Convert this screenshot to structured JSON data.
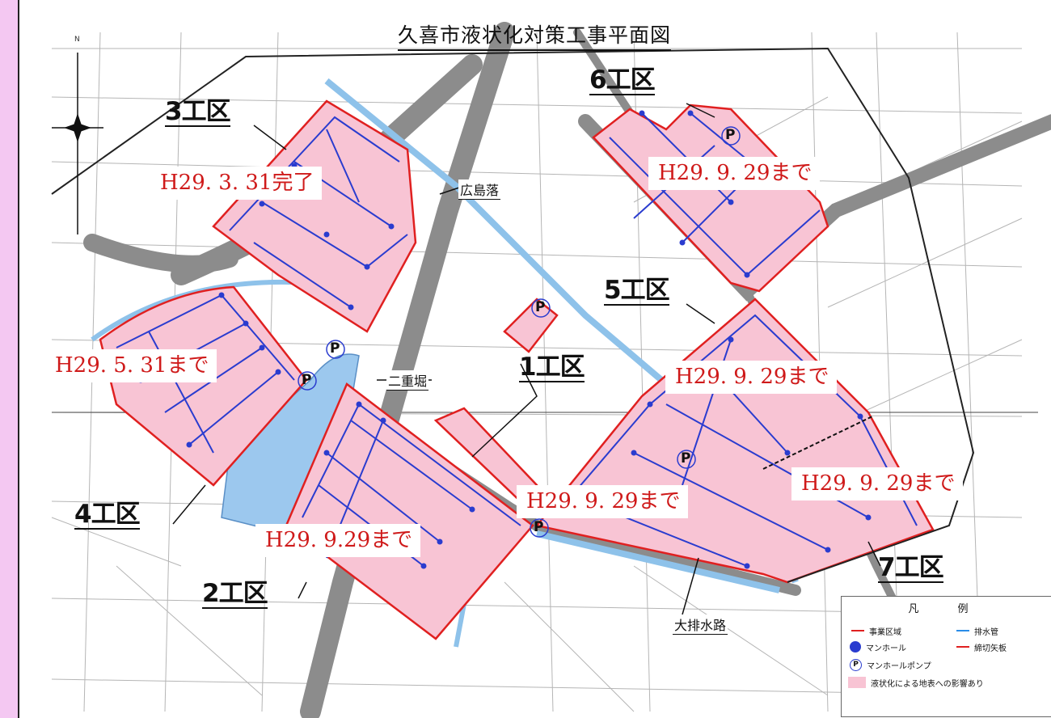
{
  "map": {
    "title": "久喜市液状化対策工事平面図",
    "north_label": "N",
    "colors": {
      "project_area_fill": "#f8c4d4",
      "project_area_border": "#e02020",
      "drain_pipe": "#2a3ccf",
      "manhole": "#2a3ccf",
      "channel": "#8ec2ea",
      "road": "#8c8c8c",
      "completion_text": "#cf1a1a"
    },
    "zones": [
      {
        "label": "1工区",
        "status": ""
      },
      {
        "label": "2工区",
        "status": "H29. 9.29まで"
      },
      {
        "label": "3工区",
        "status": "H29. 3. 31完了"
      },
      {
        "label": "4工区",
        "status": "H29. 5. 31まで"
      },
      {
        "label": "5工区",
        "status": "H29. 9. 29まで"
      },
      {
        "label": "6工区",
        "status": "H29. 9. 29まで"
      },
      {
        "label": "7工区",
        "status": "H29. 9. 29まで"
      }
    ],
    "extra_status": "H29. 9. 29まで",
    "places": {
      "hiroshima_ochi": "広島落",
      "nijubori": "二重堀",
      "dai_haisuiro": "大排水路"
    },
    "pump_symbol": "P"
  },
  "legend": {
    "title": "凡 例",
    "items": {
      "project_area_line": "事業区域",
      "drain_pipe": "排水管",
      "manhole": "マンホール",
      "cutoff": "締切矢板",
      "manhole_pump": "マンホールポンプ",
      "affected": "液状化による地表への影響あり"
    }
  }
}
